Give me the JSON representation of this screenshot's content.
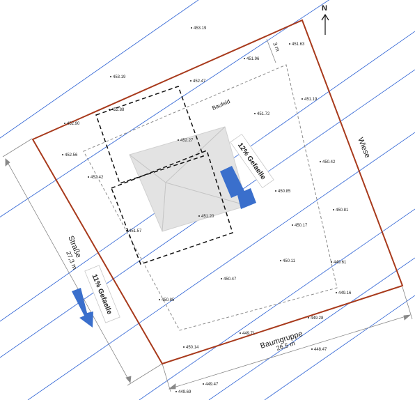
{
  "north_label": "N",
  "labels": {
    "baufeld": "Baufeld",
    "wiese": "Wiese",
    "strasse": "Straße",
    "strasse_dim": "27,3 m",
    "baumgruppe": "Baumgruppe",
    "baumgruppe_dim": "26,5 m",
    "setback": "3 m"
  },
  "slopes": {
    "house": "12% Gefaelle",
    "street": "11% Gefaelle"
  },
  "elevations": [
    {
      "id": "e01",
      "value": "453.19"
    },
    {
      "id": "e02",
      "value": "451.63"
    },
    {
      "id": "e03",
      "value": "451.96"
    },
    {
      "id": "e04",
      "value": "453.19"
    },
    {
      "id": "e05",
      "value": "452.47"
    },
    {
      "id": "e06",
      "value": "451.19"
    },
    {
      "id": "e07",
      "value": "452.88"
    },
    {
      "id": "e08",
      "value": "451.72"
    },
    {
      "id": "e09",
      "value": "452.90"
    },
    {
      "id": "e10",
      "value": "452.27"
    },
    {
      "id": "e11",
      "value": "452.56"
    },
    {
      "id": "e12",
      "value": "450.42"
    },
    {
      "id": "e13",
      "value": "452.42"
    },
    {
      "id": "e14",
      "value": "450.85"
    },
    {
      "id": "e15",
      "value": "450.81"
    },
    {
      "id": "e16",
      "value": "451.20"
    },
    {
      "id": "e17",
      "value": "450.17"
    },
    {
      "id": "e18",
      "value": "451.57"
    },
    {
      "id": "e19",
      "value": "450.11"
    },
    {
      "id": "e20",
      "value": "449.61"
    },
    {
      "id": "e21",
      "value": "450.47"
    },
    {
      "id": "e22",
      "value": "449.16"
    },
    {
      "id": "e23",
      "value": "450.85"
    },
    {
      "id": "e24",
      "value": "449.28"
    },
    {
      "id": "e25",
      "value": "449.71"
    },
    {
      "id": "e26",
      "value": "450.14"
    },
    {
      "id": "e27",
      "value": "448.47"
    },
    {
      "id": "e28",
      "value": "449.47"
    },
    {
      "id": "e29",
      "value": "449.69"
    }
  ],
  "colors": {
    "boundary": "#a83a1c",
    "contour": "#3e6fd8",
    "arrow": "#3a6fcc",
    "baufeld": "#8a8a8a",
    "house_fill": "#e3e3e3"
  }
}
